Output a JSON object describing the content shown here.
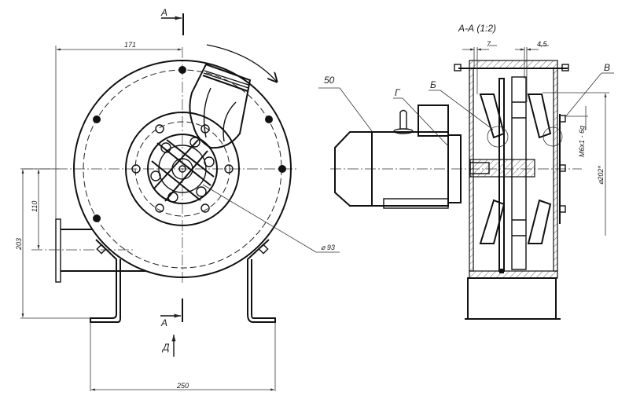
{
  "drawing": {
    "section_marker_top": "А",
    "section_marker_bottom": "А",
    "view_arrow_label": "Д",
    "section_title": "А-А (1:2)",
    "callouts": {
      "motor_size": "50",
      "detail_g": "Г",
      "detail_b": "Б",
      "detail_v": "В",
      "thread": "M6x1 - 6g",
      "port_diameter": "⌀202*",
      "hole_spec": "⌀ 93"
    },
    "dimensions": {
      "width_top": "171",
      "height_total": "203",
      "axis_height": "110",
      "base_width": "250",
      "gap_a": "7",
      "gap_b": "4,5"
    }
  }
}
